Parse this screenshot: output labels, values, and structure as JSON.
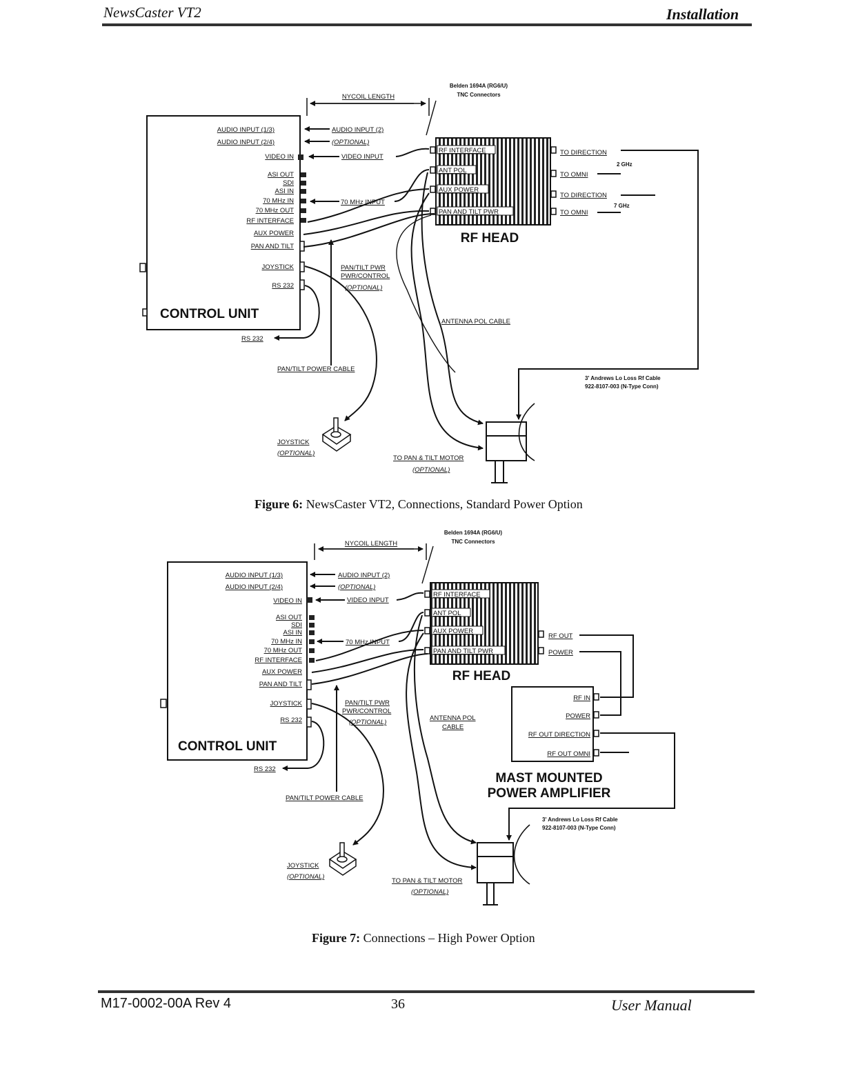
{
  "header": {
    "title": "NewsCaster VT2",
    "section": "Installation"
  },
  "footer": {
    "doc_id": "M17-0002-00A Rev 4",
    "page": "36",
    "doc_type": "User Manual"
  },
  "figure6": {
    "caption_num": "Figure 6:",
    "caption_text": "NewsCaster VT2, Connections, Standard Power Option",
    "labels": {
      "nycoil": "NYCOIL LENGTH",
      "belden1": "Belden 1694A (RG6/U)",
      "belden2": "TNC Connectors",
      "audio1": "AUDIO INPUT (1/3)",
      "audio2": "AUDIO INPUT (2/4)",
      "video_in": "VIDEO IN",
      "asi_out": "ASI OUT",
      "sdi": "SDI",
      "asi_in": "ASI IN",
      "mhz_in": "70 MHz IN",
      "mhz_out": "70 MHz OUT",
      "rf_interface": "RF INTERFACE",
      "aux_power": "AUX POWER",
      "pan_tilt": "PAN AND TILT",
      "joystick": "JOYSTICK",
      "rs232": "RS 232",
      "control_unit": "CONTROL UNIT",
      "ext_audio": "AUDIO INPUT (2)",
      "optional": "(OPTIONAL)",
      "video_input": "VIDEO INPUT",
      "mhz_input": "70 MHz INPUT",
      "rf_rf_interface": "RF INTERFACE",
      "ant_pol": "ANT POL",
      "rf_aux_power": "AUX POWER",
      "pan_tilt_pwr": "PAN AND TILT PWR",
      "rf_head": "RF HEAD",
      "to_direction": "TO DIRECTION",
      "to_omni": "TO OMNI",
      "ghz2": "2 GHz",
      "ghz7": "7 GHz",
      "pantilt_pwr_ctrl1": "PAN/TILT PWR",
      "pantilt_pwr_ctrl2": "PWR/CONTROL",
      "antenna_pol_cable": "ANTENNA POL CABLE",
      "rs232_out": "RS 232",
      "pantilt_cable": "PAN/TILT POWER CABLE",
      "andrews1": "3' Andrews Lo Loss Rf Cable",
      "andrews2": "922-8107-003 (N-Type Conn)",
      "joystick_lbl": "JOYSTICK",
      "to_pan_motor": "TO PAN & TILT MOTOR"
    }
  },
  "figure7": {
    "caption_num": "Figure 7:",
    "caption_text": "Connections – High Power Option",
    "labels": {
      "nycoil": "NYCOIL LENGTH",
      "belden1": "Belden 1694A (RG6/U)",
      "belden2": "TNC Connectors",
      "audio1": "AUDIO INPUT (1/3)",
      "audio2": "AUDIO INPUT (2/4)",
      "video_in": "VIDEO IN",
      "asi_out": "ASI OUT",
      "sdi": "SDI",
      "asi_in": "ASI IN",
      "mhz_in": "70 MHz IN",
      "mhz_out": "70 MHz OUT",
      "rf_interface": "RF INTERFACE",
      "aux_power": "AUX POWER",
      "pan_tilt": "PAN AND TILT",
      "joystick": "JOYSTICK",
      "rs232": "RS 232",
      "control_unit": "CONTROL UNIT",
      "ext_audio": "AUDIO INPUT (2)",
      "optional": "(OPTIONAL)",
      "video_input": "VIDEO INPUT",
      "mhz_input": "70 MHz INPUT",
      "rf_rf_interface": "RF INTERFACE",
      "ant_pol": "ANT POL",
      "rf_aux_power": "AUX POWER",
      "pan_tilt_pwr": "PAN AND TILT PWR",
      "rf_head": "RF HEAD",
      "rf_out": "RF OUT",
      "power": "POWER",
      "rf_in": "RF IN",
      "amp_power": "POWER",
      "rf_out_direction": "RF OUT DIRECTION",
      "rf_out_omni": "RF OUT OMNI",
      "amp1": "MAST MOUNTED",
      "amp2": "POWER AMPLIFIER",
      "pantilt_pwr_ctrl1": "PAN/TILT PWR",
      "pantilt_pwr_ctrl2": "PWR/CONTROL",
      "antenna_pol1": "ANTENNA POL",
      "antenna_pol2": "CABLE",
      "rs232_out": "RS 232",
      "pantilt_cable": "PAN/TILT POWER CABLE",
      "andrews1": "3' Andrews Lo Loss Rf Cable",
      "andrews2": "922-8107-003 (N-Type Conn)",
      "joystick_lbl": "JOYSTICK",
      "to_pan_motor": "TO PAN & TILT MOTOR"
    }
  }
}
